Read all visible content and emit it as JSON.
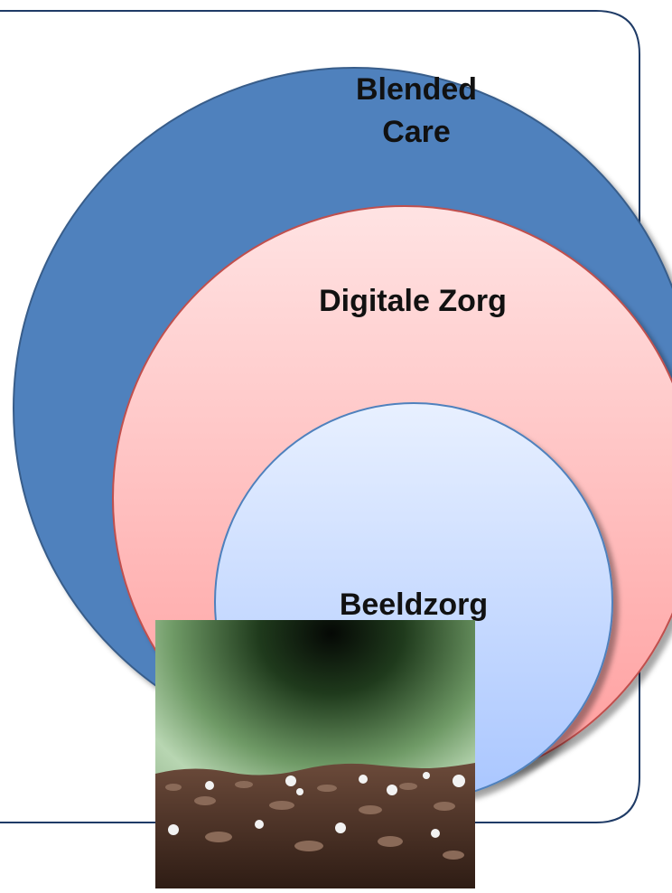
{
  "diagram": {
    "outer_label": [
      "Blended",
      "Care"
    ],
    "middle_label": "Digitale Zorg",
    "inner_label": "Beeldzorg",
    "colors": {
      "outer_fill": "#4f81bd",
      "outer_stroke": "#385d8a",
      "middle_fill_top": "#ffe3e3",
      "middle_fill_bottom": "#ff9c9c",
      "middle_stroke": "#c0504d",
      "inner_fill_top": "#e8f0ff",
      "inner_fill_bottom": "#a9c6ff",
      "inner_stroke": "#4f81bd",
      "frame_stroke": "#1f3b66"
    }
  },
  "photo": {
    "icon": "soil-seedling-photo"
  }
}
